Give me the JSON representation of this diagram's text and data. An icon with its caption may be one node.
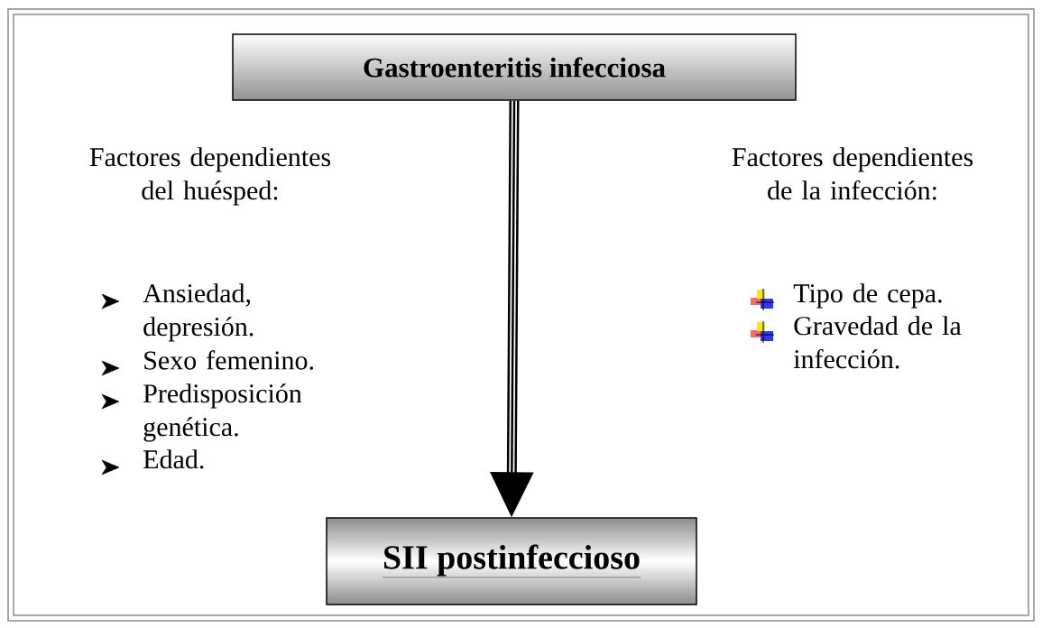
{
  "diagram": {
    "nodes": [
      {
        "text": [
          "Gastroenteritis infecciosa"
        ]
      },
      {
        "text": [
          "SII postinfeccioso"
        ]
      }
    ],
    "edges": [
      {
        "from": 0,
        "to": 1,
        "arrow": "to"
      }
    ],
    "labels": [
      "Factores dependientes del huésped:",
      "Ansiedad, depresión.",
      "Sexo femenino.",
      "Predisposición genética.",
      "Edad.",
      "Factores dependientes de la infección:",
      "Tipo de cepa.",
      "Gravedad de la infección."
    ]
  }
}
